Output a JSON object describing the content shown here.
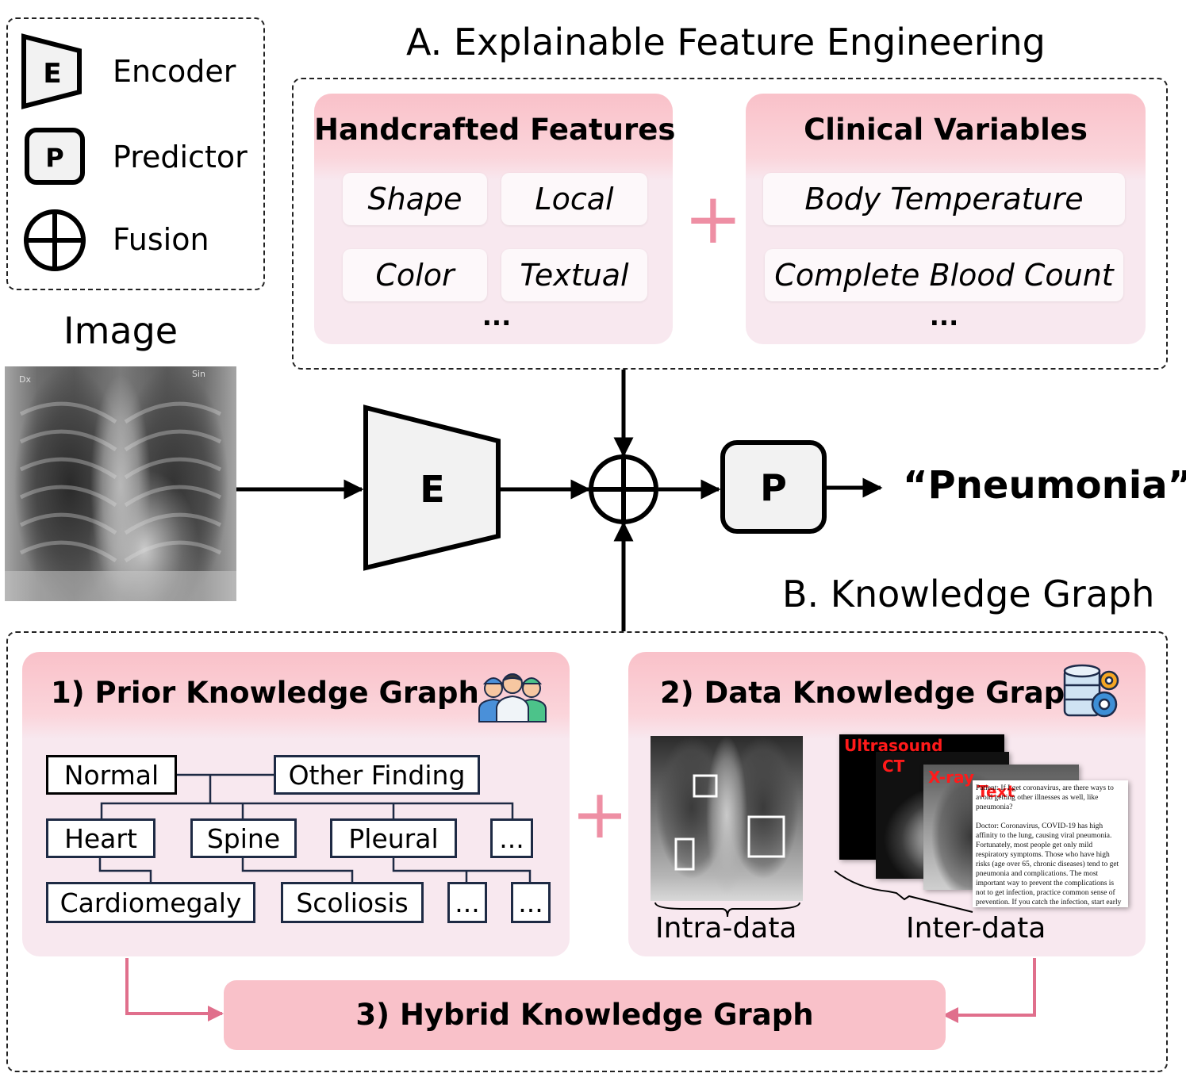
{
  "legend": {
    "encoder_symbol": "E",
    "encoder_label": "Encoder",
    "predictor_symbol": "P",
    "predictor_label": "Predictor",
    "fusion_label": "Fusion"
  },
  "image_label": "Image",
  "xray_markers": {
    "left": "Dx",
    "right": "Sin"
  },
  "section_a": {
    "title": "A. Explainable Feature Engineering",
    "handcrafted": {
      "title": "Handcrafted Features",
      "items": [
        "Shape",
        "Local",
        "Color",
        "Textual"
      ],
      "more": "..."
    },
    "plus": "+",
    "clinical": {
      "title": "Clinical Variables",
      "items": [
        "Body Temperature",
        "Complete Blood Count"
      ],
      "more": "..."
    }
  },
  "pipeline": {
    "encoder": "E",
    "predictor": "P",
    "output": "“Pneumonia”"
  },
  "section_b": {
    "title": "B. Knowledge Graph",
    "prior": {
      "title": "1) Prior Knowledge Graph",
      "icon": "doctors-team-icon",
      "nodes": {
        "normal": "Normal",
        "other_finding": "Other Finding",
        "heart": "Heart",
        "spine": "Spine",
        "pleural": "Pleural",
        "more1": "...",
        "cardiomegaly": "Cardiomegaly",
        "scoliosis": "Scoliosis",
        "more2": "...",
        "more3": "..."
      }
    },
    "plus": "+",
    "data": {
      "title": "2) Data Knowledge Graph",
      "icon": "database-gear-icon",
      "stack_labels": [
        "Ultrasound",
        "CT",
        "X-ray",
        "Text"
      ],
      "text_doc": "Patient: If I get coronavirus, are there ways to avoid getting other illnesses as well, like pneumonia?\n\nDoctor: Coronavirus, COVID-19 has high affinity to the lung, causing viral pneumonia. Fortunately, most people get only mild respiratory symptoms. Those who have high risks (age over 65, chronic diseases) tend to get pneumonia and complications. The most important way to prevent the complications is not to get infection, practice common sense of prevention. If you catch the infection, start early treatment. Would you like to video or text chat with me?",
      "intra_label": "Intra-data",
      "inter_label": "Inter-data"
    },
    "hybrid": {
      "title": "3) Hybrid Knowledge Graph"
    }
  },
  "colors": {
    "pink_head": "#f9c1c9",
    "pink_body": "#f8e8ef",
    "arrow_pink": "#e06f8c",
    "plus_pink": "#ee8fa4",
    "node_border": "#1e2a44"
  }
}
